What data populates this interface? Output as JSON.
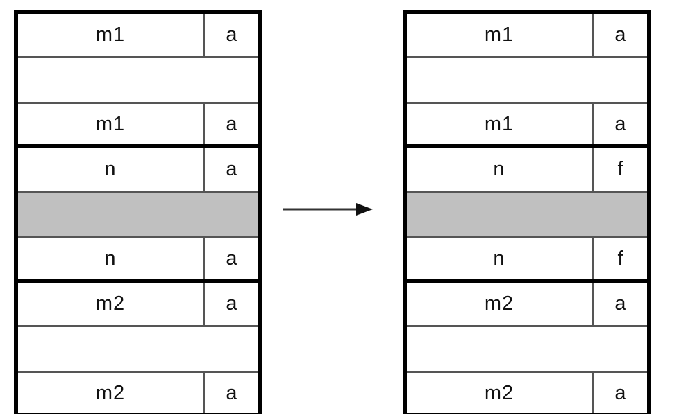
{
  "diagram": {
    "type": "table-transformation",
    "description": "Two block tables connected by a right arrow",
    "colors": {
      "border": "#000000",
      "inner_line": "#555555",
      "shaded_row": "#c0c0c0",
      "text": "#111111",
      "background": "#ffffff"
    }
  },
  "arrow": {
    "name": "right-arrow",
    "direction": "right"
  },
  "tables": [
    {
      "id": "before",
      "name": "table-before",
      "regions": [
        {
          "id": "before-region-1",
          "rows": [
            {
              "main": "m1",
              "side": "a",
              "shaded": false,
              "empty": false
            },
            {
              "main": "",
              "side": "",
              "shaded": false,
              "empty": true
            },
            {
              "main": "m1",
              "side": "a",
              "shaded": false,
              "empty": false
            }
          ]
        },
        {
          "id": "before-region-2",
          "rows": [
            {
              "main": "n",
              "side": "a",
              "shaded": false,
              "empty": false
            },
            {
              "main": "",
              "side": "",
              "shaded": true,
              "empty": true
            },
            {
              "main": "n",
              "side": "a",
              "shaded": false,
              "empty": false
            }
          ]
        },
        {
          "id": "before-region-3",
          "rows": [
            {
              "main": "m2",
              "side": "a",
              "shaded": false,
              "empty": false
            },
            {
              "main": "",
              "side": "",
              "shaded": false,
              "empty": true
            },
            {
              "main": "m2",
              "side": "a",
              "shaded": false,
              "empty": false
            }
          ]
        }
      ]
    },
    {
      "id": "after",
      "name": "table-after",
      "regions": [
        {
          "id": "after-region-1",
          "rows": [
            {
              "main": "m1",
              "side": "a",
              "shaded": false,
              "empty": false
            },
            {
              "main": "",
              "side": "",
              "shaded": false,
              "empty": true
            },
            {
              "main": "m1",
              "side": "a",
              "shaded": false,
              "empty": false
            }
          ]
        },
        {
          "id": "after-region-2",
          "rows": [
            {
              "main": "n",
              "side": "f",
              "shaded": false,
              "empty": false
            },
            {
              "main": "",
              "side": "",
              "shaded": true,
              "empty": true
            },
            {
              "main": "n",
              "side": "f",
              "shaded": false,
              "empty": false
            }
          ]
        },
        {
          "id": "after-region-3",
          "rows": [
            {
              "main": "m2",
              "side": "a",
              "shaded": false,
              "empty": false
            },
            {
              "main": "",
              "side": "",
              "shaded": false,
              "empty": true
            },
            {
              "main": "m2",
              "side": "a",
              "shaded": false,
              "empty": false
            }
          ]
        }
      ]
    }
  ]
}
